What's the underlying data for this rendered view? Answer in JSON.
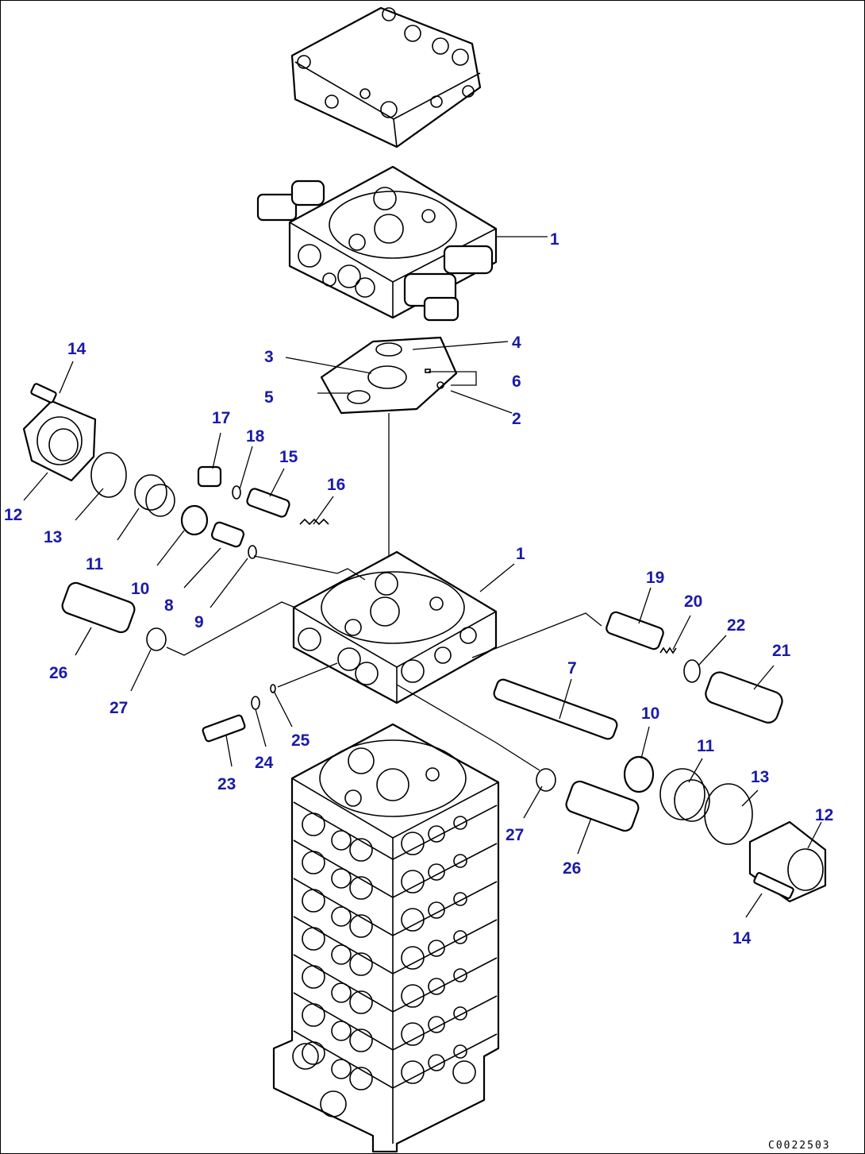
{
  "diagram": {
    "drawing_code": "C0022503",
    "callouts": [
      {
        "id": "c1a",
        "label": "1"
      },
      {
        "id": "c4",
        "label": "4"
      },
      {
        "id": "c3",
        "label": "3"
      },
      {
        "id": "c6",
        "label": "6"
      },
      {
        "id": "c5",
        "label": "5"
      },
      {
        "id": "c2",
        "label": "2"
      },
      {
        "id": "c14a",
        "label": "14"
      },
      {
        "id": "c17",
        "label": "17"
      },
      {
        "id": "c18",
        "label": "18"
      },
      {
        "id": "c15",
        "label": "15"
      },
      {
        "id": "c16",
        "label": "16"
      },
      {
        "id": "c12a",
        "label": "12"
      },
      {
        "id": "c13a",
        "label": "13"
      },
      {
        "id": "c11a",
        "label": "11"
      },
      {
        "id": "c10a",
        "label": "10"
      },
      {
        "id": "c8",
        "label": "8"
      },
      {
        "id": "c9",
        "label": "9"
      },
      {
        "id": "c1b",
        "label": "1"
      },
      {
        "id": "c19",
        "label": "19"
      },
      {
        "id": "c20",
        "label": "20"
      },
      {
        "id": "c22",
        "label": "22"
      },
      {
        "id": "c21",
        "label": "21"
      },
      {
        "id": "c26a",
        "label": "26"
      },
      {
        "id": "c27a",
        "label": "27"
      },
      {
        "id": "c7",
        "label": "7"
      },
      {
        "id": "c10b",
        "label": "10"
      },
      {
        "id": "c11b",
        "label": "11"
      },
      {
        "id": "c13b",
        "label": "13"
      },
      {
        "id": "c12b",
        "label": "12"
      },
      {
        "id": "c25",
        "label": "25"
      },
      {
        "id": "c24",
        "label": "24"
      },
      {
        "id": "c23",
        "label": "23"
      },
      {
        "id": "c27b",
        "label": "27"
      },
      {
        "id": "c26b",
        "label": "26"
      },
      {
        "id": "c14b",
        "label": "14"
      }
    ],
    "colors": {
      "callout": "#1a1aa8",
      "line": "#000000",
      "background": "#ffffff"
    }
  }
}
